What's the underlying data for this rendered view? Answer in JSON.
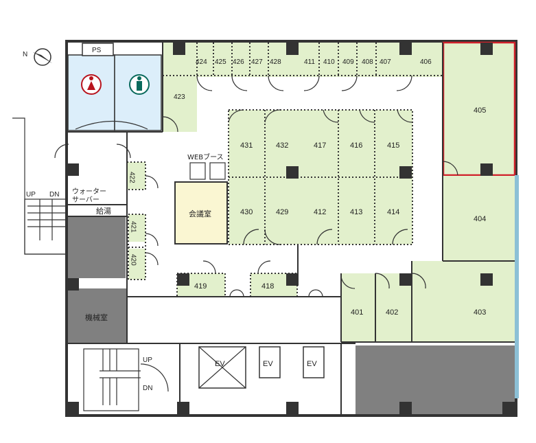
{
  "colors": {
    "rental_fill": "#e2f0cc",
    "common_fill": "#ffffff",
    "toilet_fill": "#dceefa",
    "service_fill": "#808080",
    "meeting_fill": "#faf6d2",
    "highlight_border": "#d0202a",
    "facade_strip": "#8cc0d6",
    "wall": "#333333"
  },
  "compass": {
    "north_label": "N",
    "icon": "north-arrow-icon"
  },
  "rooms": {
    "r403": "403",
    "r404": "404",
    "r405": "405",
    "r406": "406",
    "r401": "401",
    "r402": "402",
    "r407": "407",
    "r408": "408",
    "r409": "409",
    "r410": "410",
    "r411": "411",
    "r412": "412",
    "r413": "413",
    "r414": "414",
    "r415": "415",
    "r416": "416",
    "r417": "417",
    "r418": "418",
    "r419": "419",
    "r420": "420",
    "r421": "421",
    "r422": "422",
    "r423": "423",
    "r424": "424",
    "r425": "425",
    "r426": "426",
    "r427": "427",
    "r428": "428",
    "r429": "429",
    "r430": "430",
    "r431": "431",
    "r432": "432"
  },
  "facilities": {
    "ps": "PS",
    "web_booth": "WEBブース",
    "meeting_room": "会議室",
    "water_server_1": "ウォーター",
    "water_server_2": "サーバー",
    "kitchenette": "給湯",
    "machine_room": "機械室",
    "ev": "EV"
  },
  "stairs": {
    "up": "UP",
    "dn": "DN"
  },
  "toilets": {
    "female_icon": "female-toilet-icon",
    "male_icon": "male-toilet-icon"
  },
  "highlighted_room": "405"
}
